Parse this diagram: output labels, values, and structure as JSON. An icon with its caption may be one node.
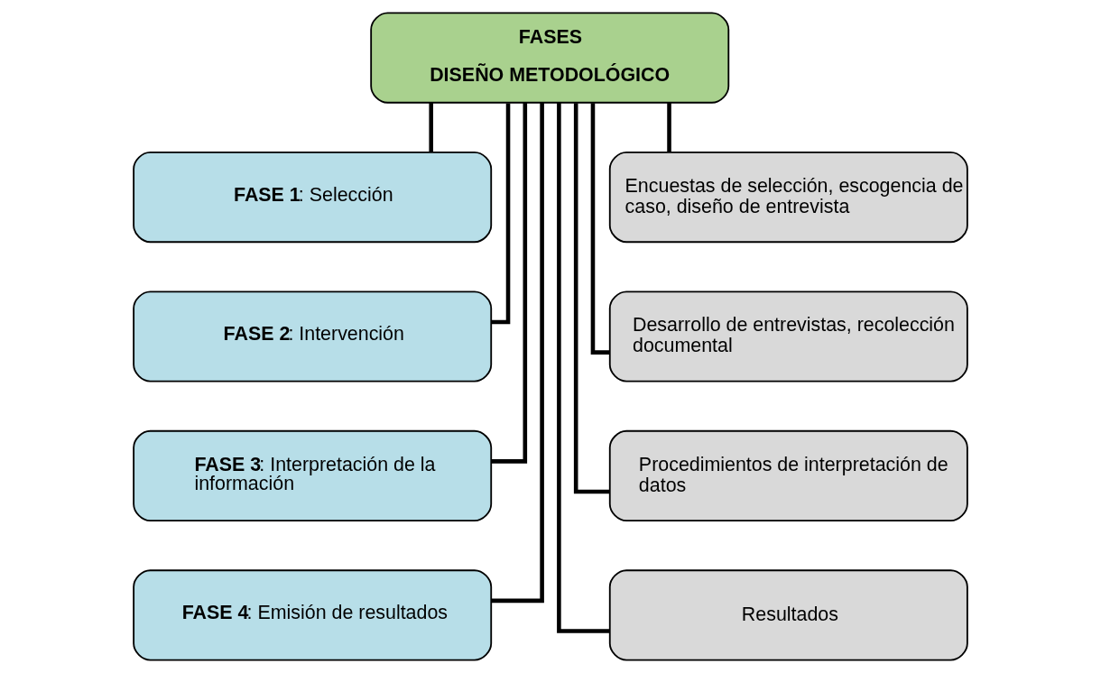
{
  "diagram": {
    "nodes": [
      {
        "text": [
          "FASES",
          "DISEÑO METODOLÓGICO"
        ]
      },
      {
        "text": [
          "**FASE 1**: Selección"
        ]
      },
      {
        "text": [
          "Encuestas de selección, escogencia de caso, diseño de entrevista"
        ]
      },
      {
        "text": [
          "**FASE 2**: Intervención"
        ]
      },
      {
        "text": [
          "Desarrollo de entrevistas, recolección documental"
        ]
      },
      {
        "text": [
          "**FASE 3**: Interpretación de la información"
        ]
      },
      {
        "text": [
          "Procedimientos de interpretación de datos"
        ]
      },
      {
        "text": [
          "**FASE 4**: Emisión de resultados"
        ]
      },
      {
        "text": [
          "Resultados"
        ]
      }
    ],
    "edges": [
      {
        "from": 0,
        "to": 1,
        "arrow": "none"
      },
      {
        "from": 0,
        "to": 2,
        "arrow": "none"
      },
      {
        "from": 0,
        "to": 3,
        "arrow": "none"
      },
      {
        "from": 0,
        "to": 4,
        "arrow": "none"
      },
      {
        "from": 0,
        "to": 5,
        "arrow": "none"
      },
      {
        "from": 0,
        "to": 6,
        "arrow": "none"
      },
      {
        "from": 0,
        "to": 7,
        "arrow": "none"
      },
      {
        "from": 0,
        "to": 8,
        "arrow": "none"
      }
    ]
  }
}
